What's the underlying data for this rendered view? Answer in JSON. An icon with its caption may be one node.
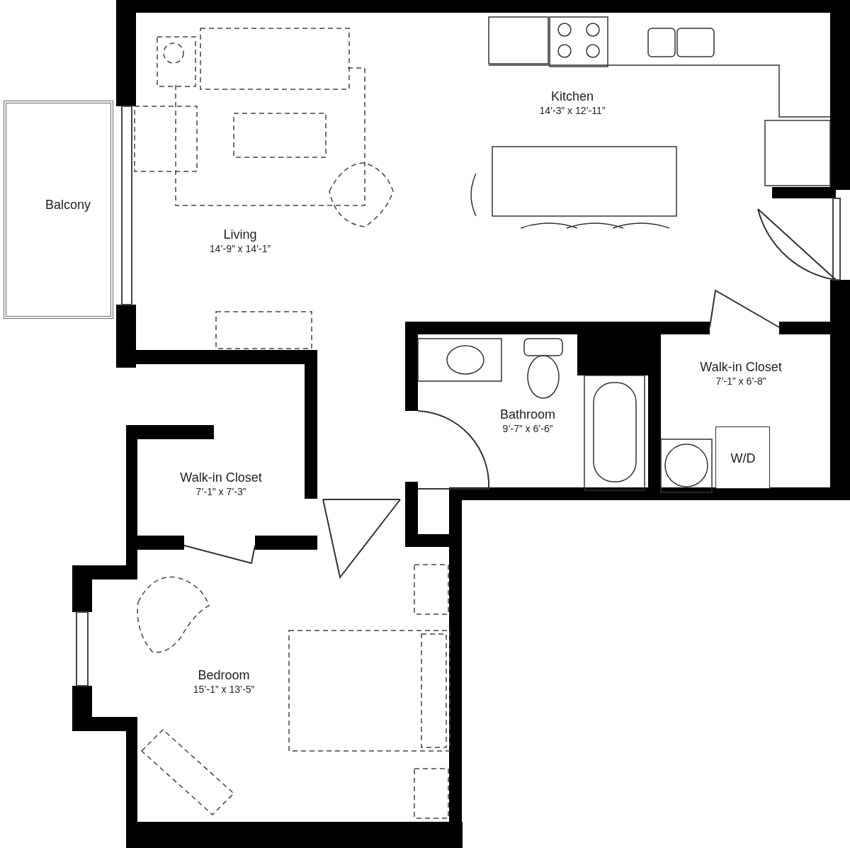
{
  "diagram": {
    "nodes": [
      {
        "text": [
          "Balcony"
        ]
      },
      {
        "text": [
          "Living",
          "14’-9” x 14’-1”"
        ]
      },
      {
        "text": [
          "Kitchen",
          "14’-3” x 12’-11”"
        ]
      },
      {
        "text": [
          "Walk-in Closet",
          "7’-1” x 6’-8”"
        ]
      },
      {
        "text": [
          "W/D"
        ],
        "in": 3
      },
      {
        "text": [
          "Bathroom",
          "9’-7” x 6’-6”"
        ]
      },
      {
        "text": [
          "Walk-in Closet",
          "7’-1” x 7’-3”"
        ]
      },
      {
        "text": [
          "Bedroom",
          "15’-1” x 13’-5”"
        ]
      }
    ],
    "edges": []
  }
}
